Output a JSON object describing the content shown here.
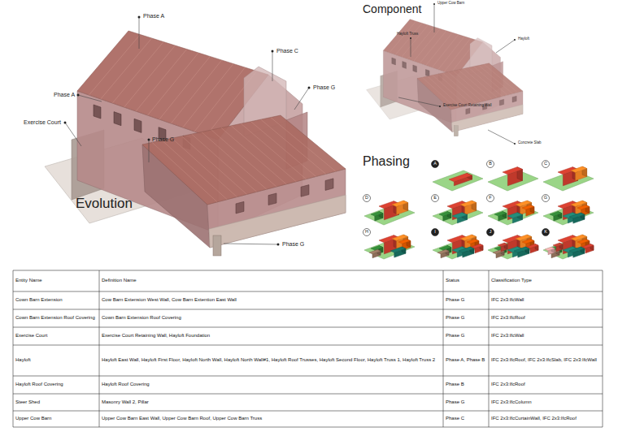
{
  "diagram": {
    "labels": [
      "Phase A",
      "Phase C",
      "Phase A",
      "Phase G",
      "Exercise Court",
      "Phase G",
      "Evolution",
      "Phase G",
      "Component",
      "Upper Cow Barn",
      "Hayloft Truss",
      "Hayloft",
      "Exercise Court Retaining Wall",
      "Concrete Slab",
      "Phasing",
      "A",
      "B",
      "C",
      "D",
      "E",
      "F",
      "G",
      "H",
      "I",
      "J",
      "K",
      "Entity Name",
      "Definition Name",
      "Status",
      "Classification Type",
      "Cown Barn Extension",
      "Cow Barn Extension West Wall, Cow Barn Extention East Wall",
      "Phase G",
      "IFC 2x3:IfcWall",
      "Cown Barn Extension Roof Covering",
      "Cown Barn Extension Roof Covering",
      "Phase G",
      "IFC 2x3:IfcRoof",
      "Exercise Court",
      "Exercise Court Retaining Wall, Hayloft Foundation",
      "Phase G",
      "IFC 2x3:IfcWall",
      "Hayloft",
      "Hayloft East Wall, Hayloft First Floor, Hayloft North Wall, Hayloft North Wall#1, Hayloft Roof Trusses, Hayloft Second Floor, Hayloft Truss 1, Hayloft Truss 2",
      "Phase A, Phase B",
      "IFC 2x3:IfcRoof, IFC 2x3:IfcSlab, IFC 2x3:IfcWall",
      "Hayloft Roof Covering",
      "Hayloft Roof Covering",
      "Phase B",
      "IFC 2x3:IfcRoof",
      "Steer Shed",
      "Masonry Wall 2, Pillar",
      "Phase G",
      "IFC 2x3:IfcColumn",
      "Upper Cow Barn",
      "Upper Cow Barn East Wall, Upper Cow Barn Roof, Upper Cow Barn Truss",
      "Phase C",
      "IFC 2x3:IfcCurtainWall, IFC 2x3:IfcRoof"
    ]
  }
}
